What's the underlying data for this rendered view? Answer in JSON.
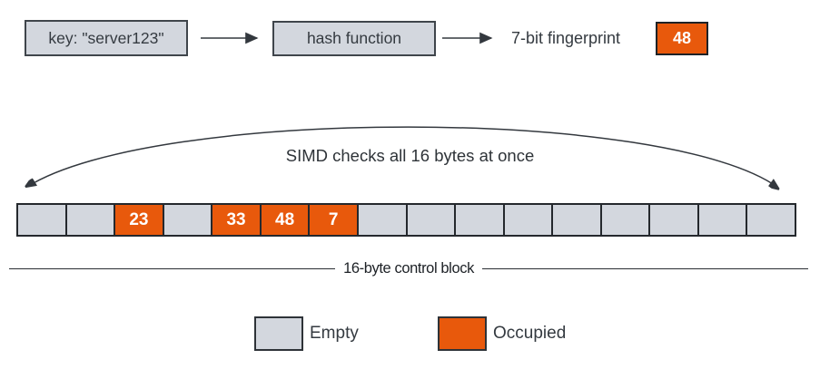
{
  "pipeline": {
    "key_box_label": "key: \"server123\"",
    "hash_box_label": "hash function",
    "fingerprint_label": "7-bit fingerprint",
    "fingerprint_value": "48"
  },
  "simd_annotation": "SIMD checks all 16 bytes at once",
  "control_block": {
    "label": "16-byte control block",
    "cells": [
      {
        "value": "",
        "occupied": false
      },
      {
        "value": "",
        "occupied": false
      },
      {
        "value": "23",
        "occupied": true
      },
      {
        "value": "",
        "occupied": false
      },
      {
        "value": "33",
        "occupied": true
      },
      {
        "value": "48",
        "occupied": true
      },
      {
        "value": "7",
        "occupied": true
      },
      {
        "value": "",
        "occupied": false
      },
      {
        "value": "",
        "occupied": false
      },
      {
        "value": "",
        "occupied": false
      },
      {
        "value": "",
        "occupied": false
      },
      {
        "value": "",
        "occupied": false
      },
      {
        "value": "",
        "occupied": false
      },
      {
        "value": "",
        "occupied": false
      },
      {
        "value": "",
        "occupied": false
      },
      {
        "value": "",
        "occupied": false
      }
    ]
  },
  "legend": [
    {
      "label": "Empty",
      "occupied": false
    },
    {
      "label": "Occupied",
      "occupied": true
    }
  ],
  "colors": {
    "empty_fill": "#D3D7DE",
    "occupied_fill": "#E8590C",
    "cell_border": "#24282D",
    "box_border": "#3F454B",
    "text": "#343A40",
    "arrow": "#33383E",
    "value_text": "#FFFFFF"
  }
}
